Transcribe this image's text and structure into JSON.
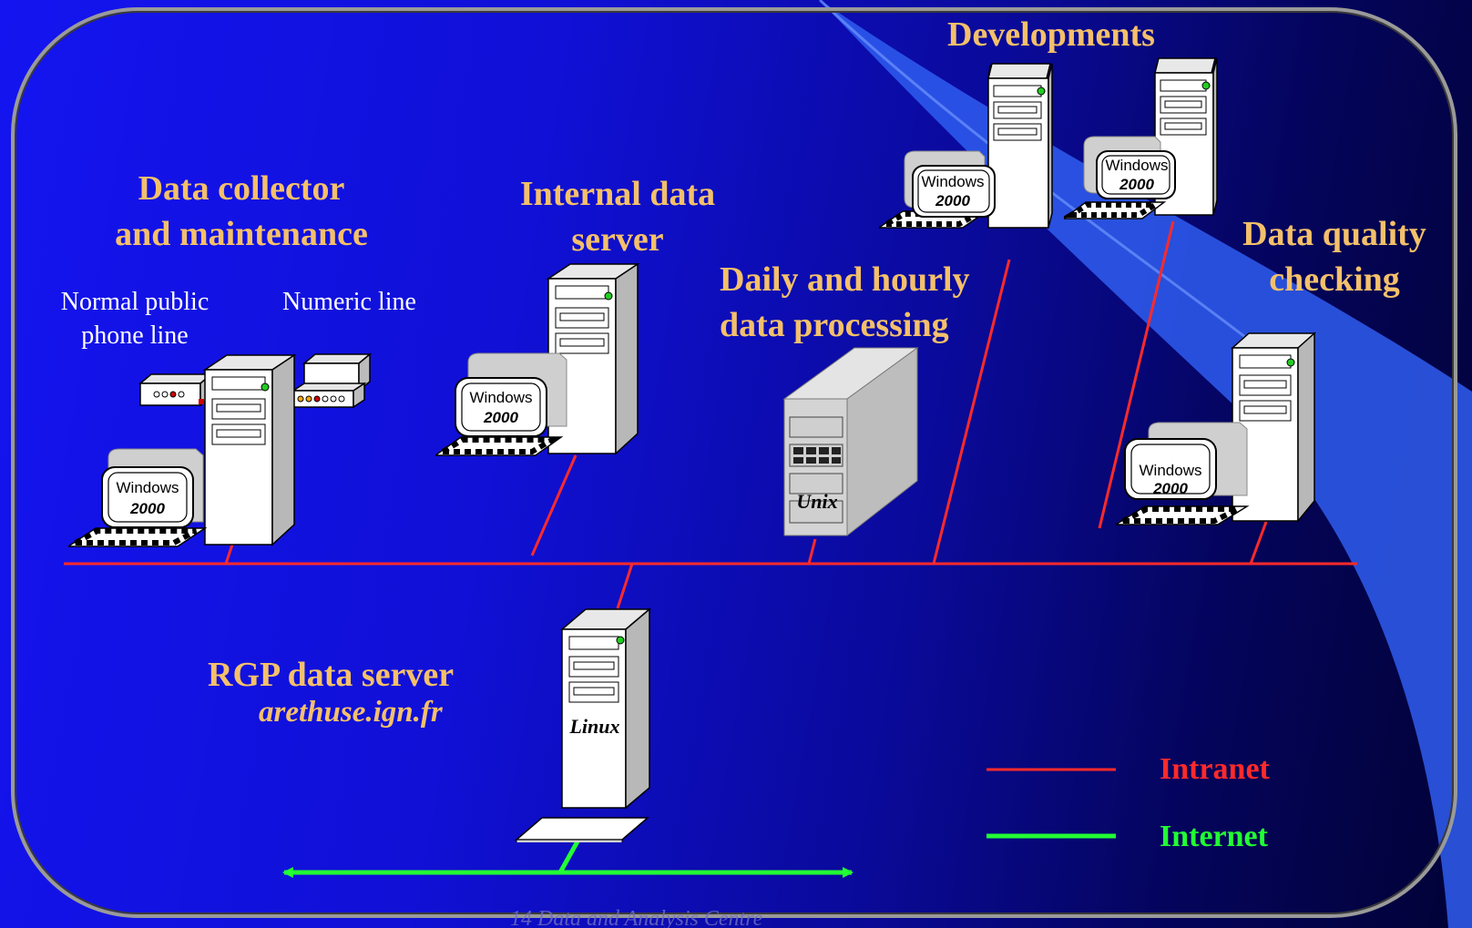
{
  "labels": {
    "collector_line1": "Data collector",
    "collector_line2": "and maintenance",
    "phone_line1": "Normal public",
    "phone_line2": "phone line",
    "numeric_line": "Numeric line",
    "internal_line1": "Internal data",
    "internal_line2": "server",
    "processing_line1": "Daily and hourly",
    "processing_line2": "data processing",
    "developments": "Developments",
    "quality_line1": "Data quality",
    "quality_line2": "checking",
    "rgp_title": "RGP data server",
    "rgp_host": "arethuse.ign.fr"
  },
  "machines": {
    "windows_label": "Windows",
    "windows_version": "2000",
    "unix_label": "Unix",
    "linux_label": "Linux"
  },
  "legend": {
    "intranet": "Intranet",
    "internet": "Internet",
    "intranet_color": "#ff2a2a",
    "internet_color": "#22ff33"
  },
  "footer": "14  Data and Analysis Centre"
}
